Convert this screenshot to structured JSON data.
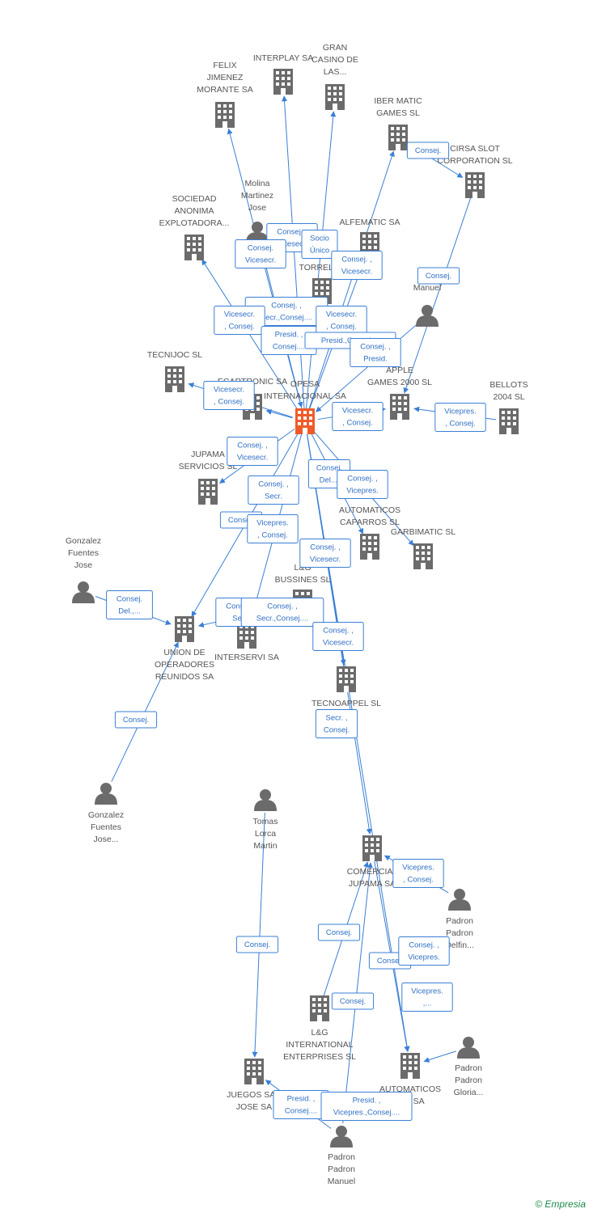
{
  "colors": {
    "accent": "#3a7fd5",
    "node_gray": "#6b6b6b",
    "focus": "#f05a28",
    "text": "#555555"
  },
  "footer": {
    "copyright": "©",
    "brand": "Empresia"
  },
  "nodes": [
    {
      "id": "felix",
      "type": "company",
      "label": [
        "FELIX",
        "JIMENEZ",
        "MORANTE SA"
      ]
    },
    {
      "id": "interplay",
      "type": "company",
      "label": [
        "INTERPLAY SA"
      ]
    },
    {
      "id": "gran",
      "type": "company",
      "label": [
        "GRAN",
        "CASINO DE",
        "LAS..."
      ]
    },
    {
      "id": "ibermatic",
      "type": "company",
      "label": [
        "IBER MATIC",
        "GAMES SL"
      ]
    },
    {
      "id": "cirsa",
      "type": "company",
      "label": [
        "CIRSA SLOT",
        "CORPORATION SL"
      ]
    },
    {
      "id": "molina",
      "type": "person",
      "label": [
        "Molina",
        "Martinez",
        "Jose"
      ]
    },
    {
      "id": "sociedad",
      "type": "company",
      "label": [
        "SOCIEDAD",
        "ANONIMA",
        "EXPLOTADORA..."
      ]
    },
    {
      "id": "alfematic",
      "type": "company",
      "label": [
        "ALFEMATIC SA"
      ]
    },
    {
      "id": "torrell",
      "type": "company",
      "label": [
        "TORRELL..."
      ]
    },
    {
      "id": "lao",
      "type": "person",
      "label": [
        "Lao",
        "Manuel"
      ]
    },
    {
      "id": "tecnijoc",
      "type": "company",
      "label": [
        "TECNIJOC SL"
      ]
    },
    {
      "id": "ecartronic",
      "type": "company",
      "label": [
        "ECARTRONIC SA"
      ]
    },
    {
      "id": "opesa",
      "type": "focus",
      "label": [
        "OPESA",
        "INTERNACIONAL SA"
      ]
    },
    {
      "id": "apple",
      "type": "company",
      "label": [
        "APPLE",
        "GAMES 2000 SL"
      ]
    },
    {
      "id": "bellots",
      "type": "company",
      "label": [
        "BELLOTS",
        "2004 SL"
      ]
    },
    {
      "id": "jupama_serv",
      "type": "company",
      "label": [
        "JUPAMA",
        "SERVICIOS SL"
      ]
    },
    {
      "id": "caparros",
      "type": "company",
      "label": [
        "AUTOMATICOS",
        "CAPARROS SL"
      ]
    },
    {
      "id": "garbimatic",
      "type": "company",
      "label": [
        "GARBIMATIC SL"
      ]
    },
    {
      "id": "gonzalez1",
      "type": "person",
      "label": [
        "Gonzalez",
        "Fuentes",
        "Jose"
      ]
    },
    {
      "id": "lg_bussines",
      "type": "company",
      "label": [
        "L&G",
        "BUSSINES SL"
      ]
    },
    {
      "id": "union",
      "type": "company",
      "label": [
        "UNION DE",
        "OPERADORES",
        "REUNIDOS SA"
      ]
    },
    {
      "id": "interservi",
      "type": "company",
      "label": [
        "INTERSERVI SA"
      ]
    },
    {
      "id": "tecnoappel",
      "type": "company",
      "label": [
        "TECNOAPPEL SL"
      ]
    },
    {
      "id": "gonzalez2",
      "type": "person",
      "label": [
        "Gonzalez",
        "Fuentes",
        "Jose..."
      ]
    },
    {
      "id": "tomas",
      "type": "person",
      "label": [
        "Tomas",
        "Lorca",
        "Martin"
      ]
    },
    {
      "id": "comercial",
      "type": "company",
      "label": [
        "COMERCIAL",
        "JUPAMA SA"
      ]
    },
    {
      "id": "padron_delfin",
      "type": "person",
      "label": [
        "Padron",
        "Padron",
        "Delfin..."
      ]
    },
    {
      "id": "lg_intl",
      "type": "company",
      "label": [
        "L&G",
        "INTERNATIONAL",
        "ENTERPRISES SL"
      ]
    },
    {
      "id": "padron_gloria",
      "type": "person",
      "label": [
        "Padron",
        "Padron",
        "Gloria..."
      ]
    },
    {
      "id": "juegos",
      "type": "company",
      "label": [
        "JUEGOS SAN",
        "JOSE SA"
      ]
    },
    {
      "id": "automaticos_ata",
      "type": "company",
      "label": [
        "AUTOMATICOS",
        "ATA SA"
      ]
    },
    {
      "id": "padron_manuel",
      "type": "person",
      "label": [
        "Padron",
        "Padron",
        "Manuel"
      ]
    }
  ],
  "edges": [
    {
      "from": "opesa",
      "to": "felix"
    },
    {
      "from": "opesa",
      "to": "interplay"
    },
    {
      "from": "opesa",
      "to": "gran"
    },
    {
      "from": "opesa",
      "to": "ibermatic"
    },
    {
      "from": "opesa",
      "to": "sociedad"
    },
    {
      "from": "opesa",
      "to": "alfematic"
    },
    {
      "from": "opesa",
      "to": "tecnijoc"
    },
    {
      "from": "opesa",
      "to": "ecartronic"
    },
    {
      "from": "opesa",
      "to": "apple"
    },
    {
      "from": "opesa",
      "to": "jupama_serv"
    },
    {
      "from": "opesa",
      "to": "caparros"
    },
    {
      "from": "opesa",
      "to": "garbimatic"
    },
    {
      "from": "opesa",
      "to": "union"
    },
    {
      "from": "opesa",
      "to": "interservi"
    },
    {
      "from": "opesa",
      "to": "tecnoappel"
    },
    {
      "from": "opesa",
      "to": "comercial"
    },
    {
      "from": "molina",
      "to": "opesa"
    },
    {
      "from": "lao",
      "to": "opesa"
    },
    {
      "from": "cirsa",
      "to": "apple"
    },
    {
      "from": "bellots",
      "to": "apple"
    },
    {
      "from": "ibermatic",
      "to": "cirsa"
    },
    {
      "from": "gonzalez1",
      "to": "union"
    },
    {
      "from": "gonzalez2",
      "to": "union"
    },
    {
      "from": "tomas",
      "to": "juegos"
    },
    {
      "from": "lg_intl",
      "to": "comercial"
    },
    {
      "from": "padron_delfin",
      "to": "comercial"
    },
    {
      "from": "padron_manuel",
      "to": "comercial"
    },
    {
      "from": "padron_manuel",
      "to": "juegos"
    },
    {
      "from": "comercial",
      "to": "automaticos_ata"
    },
    {
      "from": "padron_gloria",
      "to": "automaticos_ata"
    },
    {
      "from": "opesa",
      "to": "automaticos_ata"
    },
    {
      "from": "lg_bussines",
      "to": "union"
    }
  ],
  "edge_labels": [
    {
      "lines": [
        "Consej. ,",
        "Vicesecr."
      ]
    },
    {
      "lines": [
        "Socio",
        "Único"
      ]
    },
    {
      "lines": [
        "Consej.",
        "Vicesecr."
      ]
    },
    {
      "lines": [
        "Consej. ,",
        "Vicesecr."
      ]
    },
    {
      "lines": [
        "Consej."
      ]
    },
    {
      "lines": [
        "Consej."
      ]
    },
    {
      "lines": [
        "Consej. ,",
        "Secr.,Consej...."
      ]
    },
    {
      "lines": [
        "Vicesecr.",
        ", Consej."
      ]
    },
    {
      "lines": [
        "Presid. ,",
        "Consej...."
      ]
    },
    {
      "lines": [
        "Vicesecr.",
        ", Consej."
      ]
    },
    {
      "lines": [
        "Presid.,Consej...."
      ]
    },
    {
      "lines": [
        "Consej. ,",
        "Presid."
      ]
    },
    {
      "lines": [
        "Vicesecr.",
        ", Consej."
      ]
    },
    {
      "lines": [
        "Vicesecr.",
        ", Consej."
      ]
    },
    {
      "lines": [
        "Vicepres.",
        ", Consej."
      ]
    },
    {
      "lines": [
        "Consej. ,",
        "Vicesecr."
      ]
    },
    {
      "lines": [
        "Consej.",
        "Del...."
      ]
    },
    {
      "lines": [
        "Consej. ,",
        "Vicepres."
      ]
    },
    {
      "lines": [
        "Consej. ,",
        "Secr."
      ]
    },
    {
      "lines": [
        "Consej."
      ]
    },
    {
      "lines": [
        "Vicepres.",
        ", Consej."
      ]
    },
    {
      "lines": [
        "Consej. ,",
        "Vicesecr."
      ]
    },
    {
      "lines": [
        "Consej.",
        "Del.,..."
      ]
    },
    {
      "lines": [
        "Consej. ,",
        "Secr."
      ]
    },
    {
      "lines": [
        "Consej. ,",
        "Secr.,Consej...."
      ]
    },
    {
      "lines": [
        "Consej. ,",
        "Vicesecr."
      ]
    },
    {
      "lines": [
        "Secr. ,",
        "Consej."
      ]
    },
    {
      "lines": [
        "Consej."
      ]
    },
    {
      "lines": [
        "Vicepres.",
        ", Consej."
      ]
    },
    {
      "lines": [
        "Consej."
      ]
    },
    {
      "lines": [
        "Consej."
      ]
    },
    {
      "lines": [
        "Consej."
      ]
    },
    {
      "lines": [
        "Consej. ,",
        "Vicepres."
      ]
    },
    {
      "lines": [
        "Vicepres.",
        ",..."
      ]
    },
    {
      "lines": [
        "Consej."
      ]
    },
    {
      "lines": [
        "Presid. ,",
        "Consej...."
      ]
    },
    {
      "lines": [
        "Presid. ,",
        "Vicepres.,Consej...."
      ]
    }
  ]
}
